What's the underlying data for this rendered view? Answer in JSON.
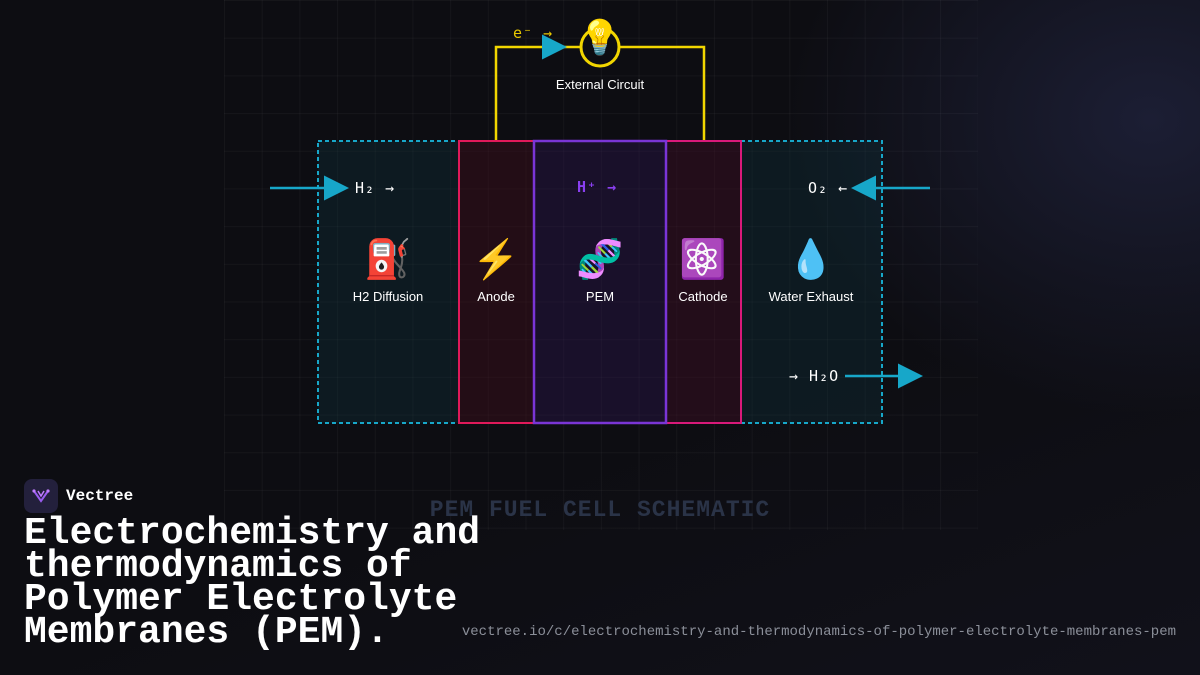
{
  "diagram": {
    "external_circuit": {
      "label": "External Circuit",
      "electron_label": "e⁻ →",
      "bulb_icon": "light-bulb-icon"
    },
    "sections": [
      {
        "name": "h2-diffusion",
        "label": "H2 Diffusion",
        "icon": "⛽",
        "icon_name": "fuel-pump-icon",
        "color": "#17a7c9"
      },
      {
        "name": "anode",
        "label": "Anode",
        "icon": "⚡",
        "icon_name": "lightning-icon",
        "color": "#e0195a"
      },
      {
        "name": "pem",
        "label": "PEM",
        "icon": "🧬",
        "icon_name": "dna-icon",
        "color": "#7a35d6"
      },
      {
        "name": "cathode",
        "label": "Cathode",
        "icon": "⚛️",
        "icon_name": "atom-icon",
        "color": "#d9197a"
      },
      {
        "name": "water-exhaust",
        "label": "Water Exhaust",
        "icon": "💧",
        "icon_name": "water-drop-icon",
        "color": "#17a7c9"
      }
    ],
    "flows": {
      "h2_in": "H₂ →",
      "proton": "H⁺ →",
      "o2_in": "O₂ ←",
      "h2o_out": "→ H₂O"
    },
    "colors": {
      "circuit": "#f2d600",
      "arrow": "#17a7c9",
      "proton_text": "#8a3ff0",
      "electron_text": "#e8c800"
    }
  },
  "watermark": "PEM FUEL CELL SCHEMATIC",
  "brand": {
    "name": "Vectree",
    "logo_icon": "vectree-logo-icon"
  },
  "title": "Electrochemistry and thermodynamics of Polymer Electrolyte Membranes (PEM).",
  "url": "vectree.io/c/electrochemistry-and-thermodynamics-of-polymer-electrolyte-membranes-pem"
}
